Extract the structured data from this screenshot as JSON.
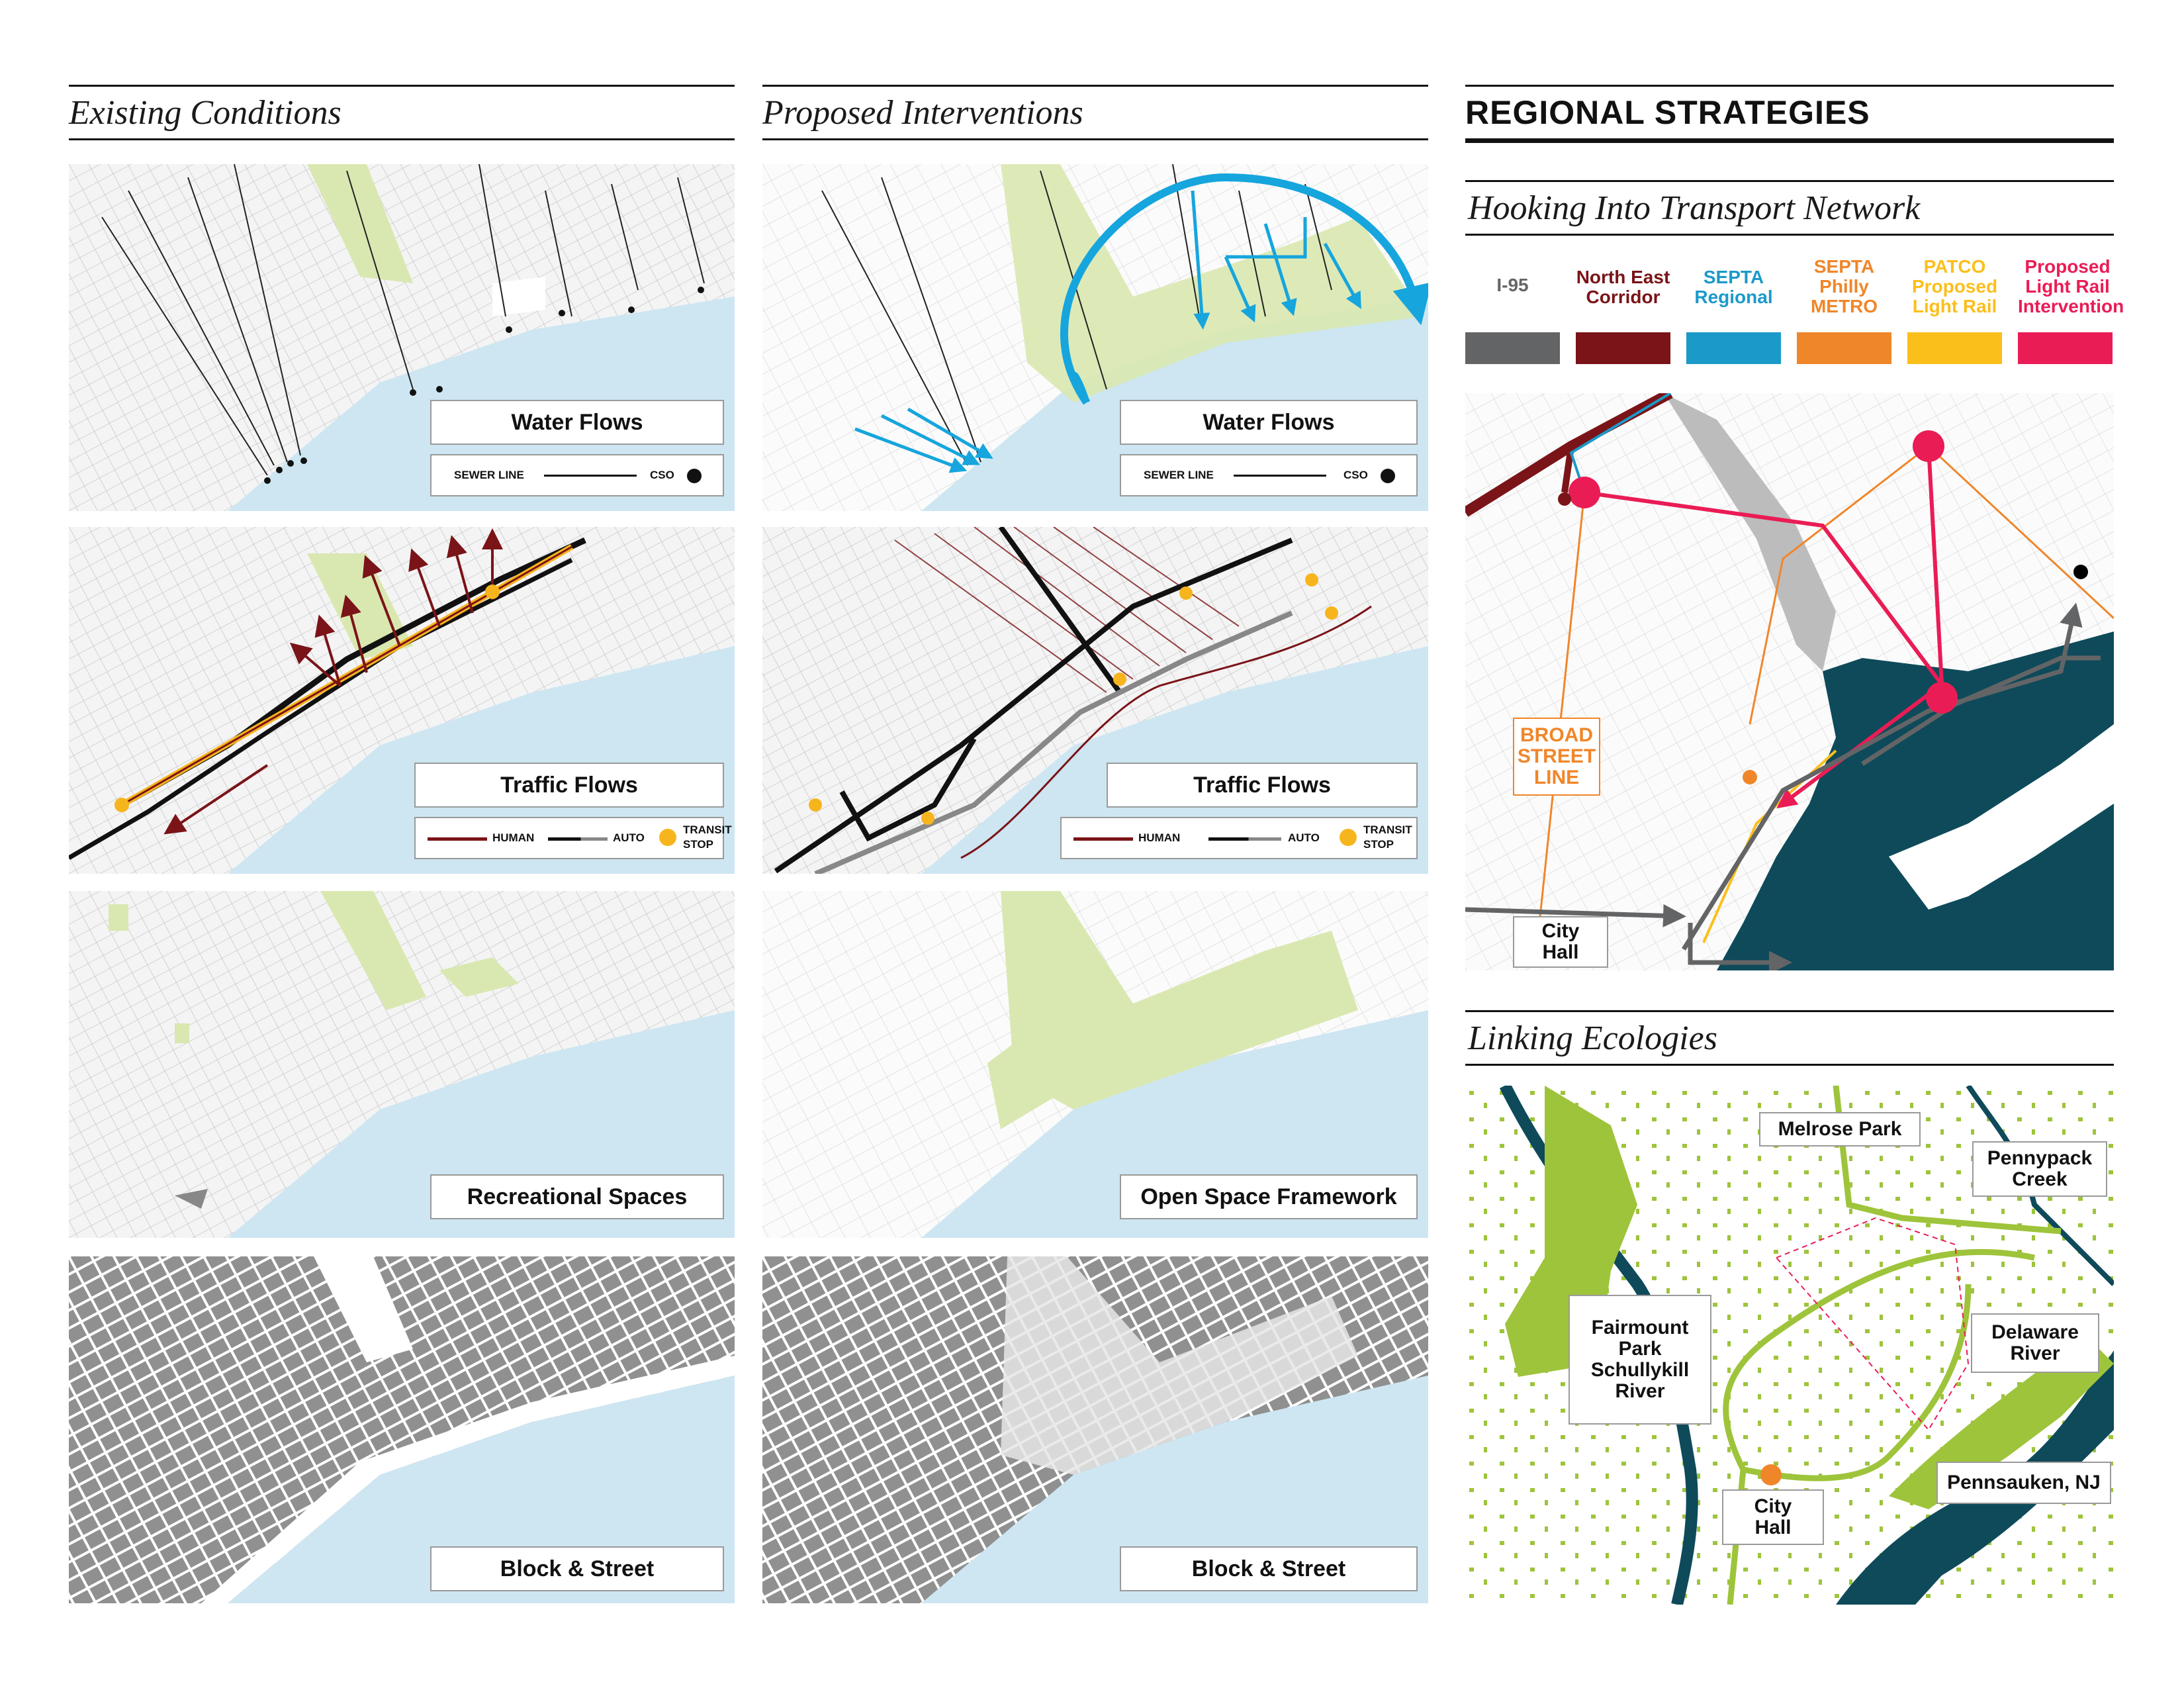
{
  "columns": {
    "existing": "Existing Conditions",
    "proposed": "Proposed Interventions",
    "regional": "REGIONAL STRATEGIES"
  },
  "panels": {
    "water_flows": "Water Flows",
    "traffic_flows": "Traffic Flows",
    "recreational_spaces": "Recreational Spaces",
    "open_space_framework": "Open Space Framework",
    "block_street": "Block & Street"
  },
  "legends": {
    "sewer_line": "SEWER LINE",
    "cso": "CSO",
    "human": "HUMAN",
    "auto": "AUTO",
    "transit_stop_line1": "TRANSIT",
    "transit_stop_line2": "STOP"
  },
  "transport": {
    "title": "Hooking Into Transport Network",
    "lines": [
      {
        "label": [
          "I-95"
        ],
        "color": "#636466",
        "text_color": "#666666"
      },
      {
        "label": [
          "North East",
          "Corridor"
        ],
        "color": "#7a1418",
        "text_color": "#7a1418"
      },
      {
        "label": [
          "SEPTA",
          "Regional"
        ],
        "color": "#1b9ac9",
        "text_color": "#1b9ac9"
      },
      {
        "label": [
          "SEPTA",
          "Philly",
          "METRO"
        ],
        "color": "#f0862a",
        "text_color": "#f0862a"
      },
      {
        "label": [
          "PATCO",
          "Proposed",
          "Light Rail"
        ],
        "color": "#fbbf1c",
        "text_color": "#fbbf1c"
      },
      {
        "label": [
          "Proposed",
          "Light Rail",
          "Intervention"
        ],
        "color": "#ea1c55",
        "text_color": "#ea1c55"
      }
    ],
    "broad_street": [
      "BROAD",
      "STREET",
      "LINE"
    ],
    "city_hall": [
      "City",
      "Hall"
    ]
  },
  "ecologies": {
    "title": "Linking Ecologies",
    "melrose": "Melrose Park",
    "pennypack": [
      "Pennypack",
      "Creek"
    ],
    "fairmount": [
      "Fairmount",
      "Park",
      "Schullykill",
      "River"
    ],
    "delaware": [
      "Delaware",
      "River"
    ],
    "city_hall": [
      "City",
      "Hall"
    ],
    "pennsauken": "Pennsauken, NJ"
  },
  "colors": {
    "water": "#cde6f2",
    "green": "#d9e8b0",
    "ink": "#111111",
    "human": "#7a1418",
    "water_arrow": "#16a5dd",
    "transit_stop": "#f7b51d",
    "river_dark": "#0e4a5a",
    "eco_green": "#9ec43b"
  }
}
